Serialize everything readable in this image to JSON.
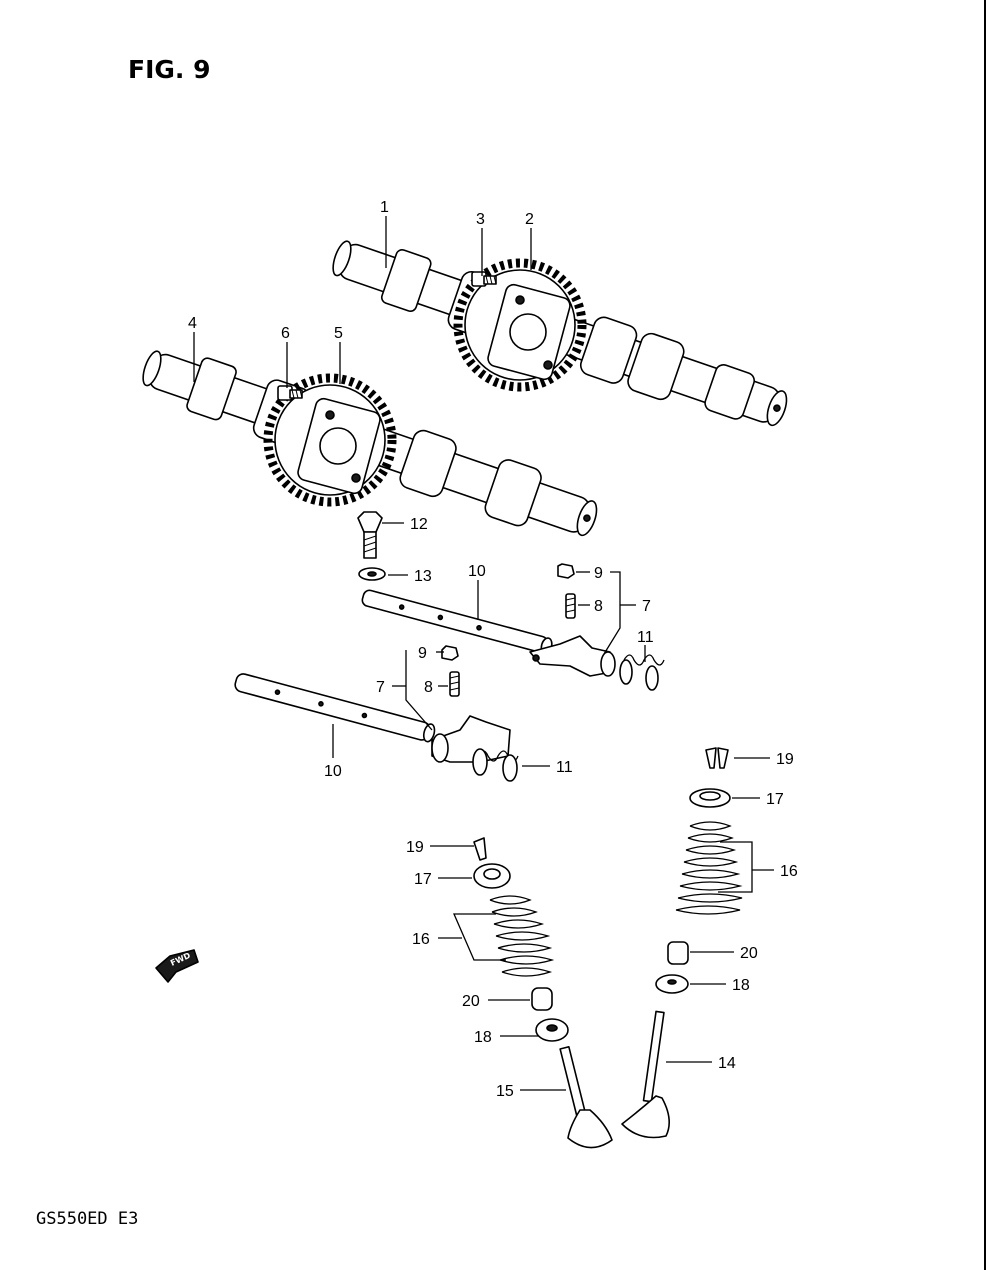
{
  "figure": {
    "title": "FIG. 9",
    "model_code": "GS550ED E3",
    "fwd_label": "FWD"
  },
  "callouts": {
    "c1": "1",
    "c2": "2",
    "c3": "3",
    "c4": "4",
    "c5": "5",
    "c6": "6",
    "c7a": "7",
    "c7b": "7",
    "c8a": "8",
    "c8b": "8",
    "c9a": "9",
    "c9b": "9",
    "c10a": "10",
    "c10b": "10",
    "c11a": "11",
    "c11b": "11",
    "c12": "12",
    "c13": "13",
    "c14": "14",
    "c15": "15",
    "c16a": "16",
    "c16b": "16",
    "c17a": "17",
    "c17b": "17",
    "c18a": "18",
    "c18b": "18",
    "c19a": "19",
    "c19b": "19",
    "c20a": "20",
    "c20b": "20"
  }
}
